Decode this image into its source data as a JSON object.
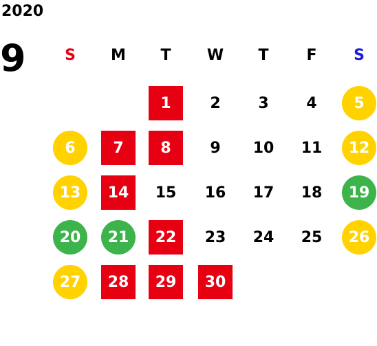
{
  "calendar": {
    "year": "2020",
    "month": "9",
    "colors": {
      "red": "#e60012",
      "yellow": "#ffd200",
      "green": "#3cb44b",
      "sunday": "#e60012",
      "saturday": "#1a1adb"
    },
    "weekdays": [
      "S",
      "M",
      "T",
      "W",
      "T",
      "F",
      "S"
    ],
    "days": [
      {
        "day": "1",
        "mark": "red-square"
      },
      {
        "day": "2",
        "mark": "none"
      },
      {
        "day": "3",
        "mark": "none"
      },
      {
        "day": "4",
        "mark": "none"
      },
      {
        "day": "5",
        "mark": "yellow-circle"
      },
      {
        "day": "6",
        "mark": "yellow-circle"
      },
      {
        "day": "7",
        "mark": "red-square"
      },
      {
        "day": "8",
        "mark": "red-square"
      },
      {
        "day": "9",
        "mark": "none"
      },
      {
        "day": "10",
        "mark": "none"
      },
      {
        "day": "11",
        "mark": "none"
      },
      {
        "day": "12",
        "mark": "yellow-circle"
      },
      {
        "day": "13",
        "mark": "yellow-circle"
      },
      {
        "day": "14",
        "mark": "red-square"
      },
      {
        "day": "15",
        "mark": "none"
      },
      {
        "day": "16",
        "mark": "none"
      },
      {
        "day": "17",
        "mark": "none"
      },
      {
        "day": "18",
        "mark": "none"
      },
      {
        "day": "19",
        "mark": "green-circle"
      },
      {
        "day": "20",
        "mark": "green-circle"
      },
      {
        "day": "21",
        "mark": "green-circle"
      },
      {
        "day": "22",
        "mark": "red-square"
      },
      {
        "day": "23",
        "mark": "none"
      },
      {
        "day": "24",
        "mark": "none"
      },
      {
        "day": "25",
        "mark": "none"
      },
      {
        "day": "26",
        "mark": "yellow-circle"
      },
      {
        "day": "27",
        "mark": "yellow-circle"
      },
      {
        "day": "28",
        "mark": "red-square"
      },
      {
        "day": "29",
        "mark": "red-square"
      },
      {
        "day": "30",
        "mark": "red-square"
      }
    ]
  }
}
